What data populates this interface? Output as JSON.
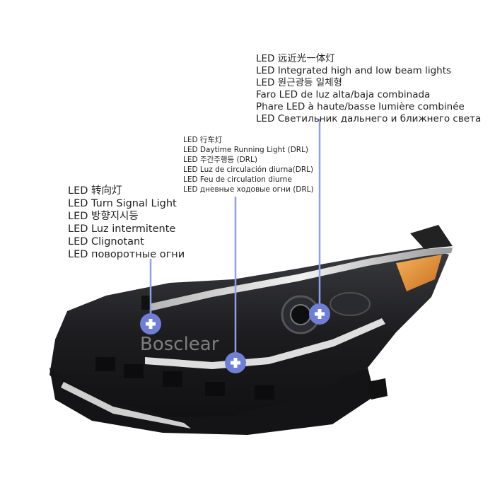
{
  "beam_labels": [
    "LED 远近光一体灯",
    "LED Integrated high and low beam lights",
    "LED 원근광등 일체형",
    "Faro LED de luz alta/baja combinada",
    "Phare LED à haute/basse lumière combinée",
    "LED Светильник дальнего и ближнего света"
  ],
  "drl_labels": [
    "LED 行车灯",
    "LED Daytime Running Light (DRL)",
    "LED 주간주행등 (DRL)",
    "LED Luz de circulación diurna(DRL)",
    "LED Feu de circulation diurne",
    "LED дневные ходовые огни (DRL)"
  ],
  "turn_labels": [
    "LED 转向灯",
    "LED Turn Signal Light",
    "LED 방향지시등",
    "LED Luz intermitente",
    "LED Clignotant",
    "LED поворотные огни"
  ],
  "watermark": "Bosclear",
  "colors": {
    "marker_fill": "#6f7fd6",
    "leader_line": "#8fa0e8",
    "housing": "#1b1b1d",
    "chrome": "#d9d9d9",
    "amber": "#e8953a"
  },
  "icons": [
    "plus-marker-icon"
  ]
}
